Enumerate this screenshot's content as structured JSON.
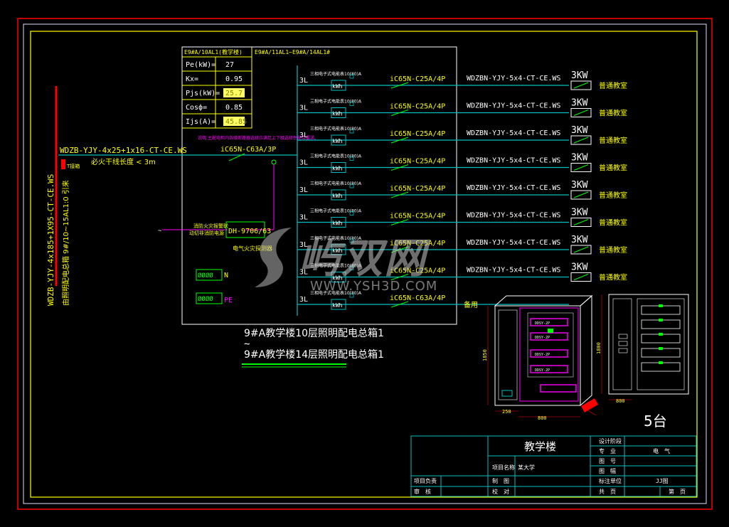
{
  "load_table": {
    "header": "E9#A/10AL1(教学楼)",
    "rows": [
      {
        "label": "Pe(kW)=",
        "value": "27"
      },
      {
        "label": "Kx=",
        "value": "0.95"
      },
      {
        "label": "Pjs(kW)=",
        "value": "25.7"
      },
      {
        "label": "Cosф=",
        "value": "0.85"
      },
      {
        "label": "Ijs(A)=",
        "value": "45.85"
      }
    ]
  },
  "panel_title": "E9#A/11AL1~E9#A/14AL1#",
  "note": "说明:主配电柜内各级断路器选择应满足上下级选择性配合要求。",
  "incoming": {
    "cable": "WDZB-YJY-4x25+1x16-CT-CE.WS",
    "note": "必火干线长度 < 3m",
    "breaker": "iC65N-C63A/3P",
    "tag": "T接箱",
    "riser": "WDZB-YJY-4x185+1X95-CT-CE.WS",
    "riser_note": "由照明配电总箱 9#/10~15AL1:0 引来"
  },
  "fire": {
    "label_line1": "消防火灾报警联",
    "label_line2": "动切非消防电源",
    "module": "DH-9706/63",
    "caption": "电气火灾探测器"
  },
  "bus": {
    "n": "N",
    "pe": "PE",
    "terminal": "ØØØØ"
  },
  "circuits": [
    {
      "phase": "3L",
      "meter": "三相电子式电能表10(80)A",
      "kwh": "kWh",
      "breaker": "iC65N-C25A/4P",
      "cable": "WDZBN-YJY-5x4-CT-CE.WS",
      "power": "3KW",
      "load": "普通教室"
    },
    {
      "phase": "3L",
      "meter": "三相电子式电能表10(80)A",
      "kwh": "kWh",
      "breaker": "iC65N-C25A/4P",
      "cable": "WDZBN-YJY-5x4-CT-CE.WS",
      "power": "3KW",
      "load": "普通教室"
    },
    {
      "phase": "3L",
      "meter": "三相电子式电能表10(80)A",
      "kwh": "kWh",
      "breaker": "iC65N-C25A/4P",
      "cable": "WDZBN-YJY-5x4-CT-CE.WS",
      "power": "3KW",
      "load": "普通教室"
    },
    {
      "phase": "3L",
      "meter": "三相电子式电能表10(80)A",
      "kwh": "kWh",
      "breaker": "iC65N-C25A/4P",
      "cable": "WDZBN-YJY-5x4-CT-CE.WS",
      "power": "3KW",
      "load": "普通教室"
    },
    {
      "phase": "3L",
      "meter": "三相电子式电能表10(80)A",
      "kwh": "kWh",
      "breaker": "iC65N-C25A/4P",
      "cable": "WDZBN-YJY-5x4-CT-CE.WS",
      "power": "3KW",
      "load": "普通教室"
    },
    {
      "phase": "3L",
      "meter": "三相电子式电能表10(80)A",
      "kwh": "kWh",
      "breaker": "iC65N-C25A/4P",
      "cable": "WDZBN-YJY-5x4-CT-CE.WS",
      "power": "3KW",
      "load": "普通教室"
    },
    {
      "phase": "3L",
      "meter": "三相电子式电能表10(80)A",
      "kwh": "kWh",
      "breaker": "iC65N-C25A/4P",
      "cable": "WDZBN-YJY-5x4-CT-CE.WS",
      "power": "3KW",
      "load": "普通教室"
    },
    {
      "phase": "3L",
      "meter": "三相电子式电能表10(80)A",
      "kwh": "kWh",
      "breaker": "iC65N-C25A/4P",
      "cable": "WDZBN-YJY-5x4-CT-CE.WS",
      "power": "3KW",
      "load": "普通教室"
    },
    {
      "phase": "3L",
      "meter": "三相电子式电能表10(80)A",
      "kwh": "kWh",
      "breaker": "iC65N-C63A/4P",
      "cable": "",
      "power": "",
      "load": "备用"
    }
  ],
  "box_name_1": "9#A教学楼10层照明配电总箱1",
  "box_tilde": "~",
  "box_name_2": "9#A教学楼14层照明配电总箱1",
  "cabinet": {
    "quantity": "5台",
    "dim_height": "1850",
    "dim_depth": "250",
    "dim_width": "800",
    "dim_side_h": "1800",
    "dim_side_w": "800",
    "internal_labels": [
      "DDSY-2P",
      "DDSY-2P",
      "DDSY-2P",
      "DDSY-2P"
    ]
  },
  "title_block": {
    "project": "教学楼",
    "design_stage": "设计阶段",
    "specialty_label": "专　业",
    "specialty_value": "电　气",
    "drawing_no_label": "图　号",
    "scale_label": "图　幅",
    "project_name_label": "项目名称",
    "project_name_value": "某大学",
    "leader_label": "项目负责",
    "drawn_label": "制　图",
    "review_label": "审　核",
    "check_label": "校　对",
    "std_label": "标注单位",
    "std_value": "JJ图",
    "total_label": "共　页",
    "page_label": "第　页"
  },
  "watermark": {
    "logo": "屿双网",
    "url": "WWW.YSH3D.COM"
  },
  "colors": {
    "border_outer": "#ff0000",
    "border_inner": "#ffffff",
    "frame": "#ffff00",
    "line_cyan": "#00c0c0",
    "text_yellow": "#ffff00",
    "text_white": "#ffffff",
    "magenta": "#ff00ff",
    "green": "#00ff00",
    "red": "#ff0000"
  }
}
